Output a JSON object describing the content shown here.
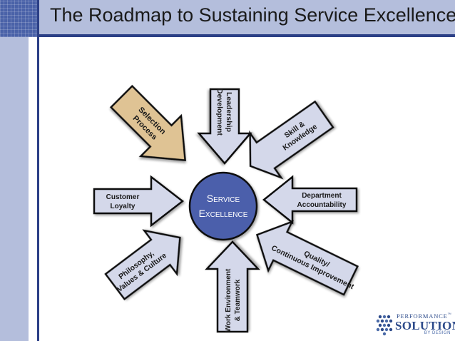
{
  "title": "The Roadmap to Sustaining Service Excellence",
  "center": {
    "line1": "Service",
    "line2": "Excellence"
  },
  "arrows": {
    "selection": [
      "Selection",
      "Process"
    ],
    "leadership": [
      "Leadership",
      "Development"
    ],
    "skill": [
      "Skill &",
      "Knowledge"
    ],
    "customer": [
      "Customer",
      "Loyalty"
    ],
    "department": [
      "Department",
      "Accountability"
    ],
    "philosophy": [
      "Philosophy,",
      "Values & Culture"
    ],
    "work": [
      "Work Environment",
      "& Teamwork"
    ],
    "quality": [
      "Quality/",
      "Continuous Improvement"
    ]
  },
  "logo": {
    "top": "PERFORMANCE",
    "tm": "™",
    "main": "SOLUTIONS",
    "sub": "BY DESIGN"
  },
  "colors": {
    "arrow_fill": "#d4d8ea",
    "arrow_highlight": "#dfc394",
    "center_fill": "#4c5fab",
    "title_band": "#b4bedc",
    "accent": "#2b3f86"
  }
}
